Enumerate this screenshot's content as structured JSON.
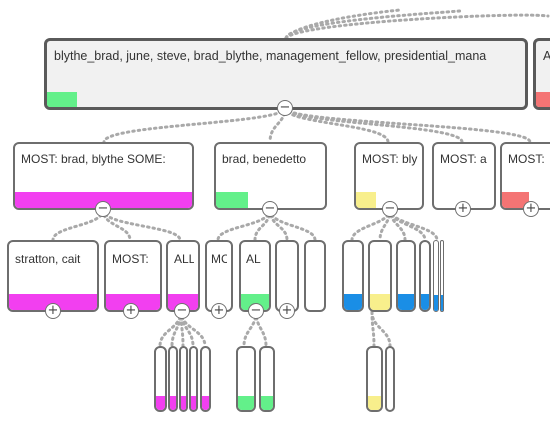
{
  "colors": {
    "magenta": "#f23ff0",
    "green": "#63f08a",
    "yellow": "#f8ef8c",
    "red": "#f47474",
    "blue": "#1a8ee6"
  },
  "tree": {
    "root": {
      "label": "blythe_brad, june, steve, brad_blythe, management_fellow, presidential_mana",
      "toggle": "−"
    },
    "root_sibling": {
      "label": "AL",
      "toggle": ""
    },
    "level1": [
      {
        "label": "MOST: brad, blythe  SOME:",
        "toggle": "−"
      },
      {
        "label": "brad, benedetto",
        "toggle": "−"
      },
      {
        "label": "MOST: bly",
        "toggle": "−"
      },
      {
        "label": "MOST: a",
        "toggle": "+"
      },
      {
        "label": "MOST:",
        "toggle": "+"
      }
    ],
    "level2": [
      {
        "label": "stratton, cait",
        "toggle": "+"
      },
      {
        "label": "MOST:",
        "toggle": "+"
      },
      {
        "label": "ALL",
        "toggle": "−"
      },
      {
        "label": "MC",
        "toggle": "+"
      },
      {
        "label": "AL",
        "toggle": "−"
      },
      {
        "label": "",
        "toggle": "+"
      },
      {
        "label": "",
        "toggle": ""
      },
      {
        "label": "",
        "toggle": ""
      },
      {
        "label": "",
        "toggle": ""
      },
      {
        "label": "",
        "toggle": ""
      },
      {
        "label": "",
        "toggle": ""
      },
      {
        "label": "",
        "toggle": ""
      },
      {
        "label": "",
        "toggle": ""
      }
    ]
  }
}
